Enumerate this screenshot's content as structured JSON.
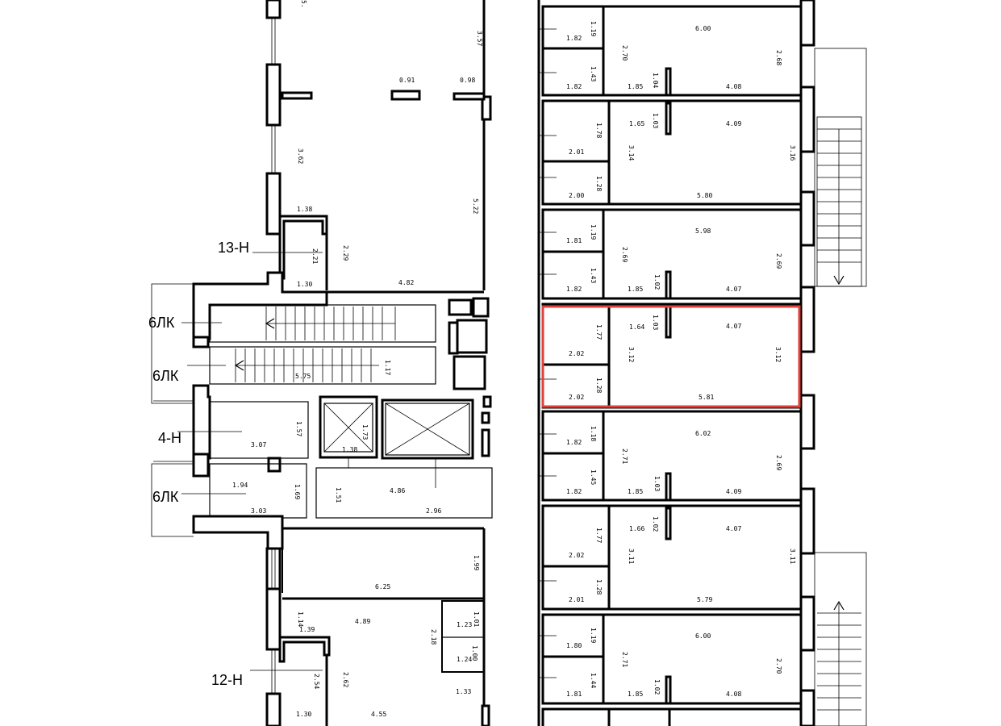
{
  "labels": {
    "l13n": "13-Н",
    "l6lk_a": "6ЛК",
    "l6lk_b": "6ЛК",
    "l4n": "4-Н",
    "l6lk_c": "6ЛК",
    "l12n": "12-Н"
  },
  "dims": {
    "d091": "0.91",
    "d098": "0.98",
    "d357": "3.57",
    "d5x": "5.",
    "d362": "3.62",
    "d522": "5.22",
    "d138": "1.38",
    "d221": "2.21",
    "d229": "2.29",
    "d130a": "1.30",
    "d482": "4.82",
    "d575": "5.75",
    "d117": "1.17",
    "d157": "1.57",
    "d307": "3.07",
    "d173": "1.73",
    "d138b": "1.38",
    "d194": "1.94",
    "d169": "1.69",
    "d151": "1.51",
    "d486": "4.86",
    "d303": "3.03",
    "d296": "2.96",
    "d199": "1.99",
    "d625": "6.25",
    "d114": "1.14",
    "d139": "1.39",
    "d489": "4.89",
    "d218": "2.18",
    "d123": "1.23",
    "d101": "1.01",
    "d100": "1.00",
    "d124": "1.24",
    "d254": "2.54",
    "d262": "2.62",
    "d133": "1.33",
    "d130b": "1.30",
    "d455": "4.55",
    "r1a": "1.82",
    "r1b": "1.19",
    "r1c": "6.00",
    "r1d": "2.70",
    "r1e": "2.68",
    "r1f": "1.43",
    "r1g": "1.04",
    "r1h": "1.82",
    "r1i": "1.85",
    "r1j": "4.08",
    "r2a": "1.65",
    "r2b": "1.03",
    "r2c": "4.09",
    "r2d": "1.78",
    "r2e": "2.01",
    "r2f": "3.14",
    "r2g": "3.16",
    "r2h": "1.28",
    "r2i": "2.00",
    "r2j": "5.80",
    "r3a": "1.81",
    "r3b": "1.19",
    "r3c": "5.98",
    "r3d": "2.69",
    "r3e": "2.69",
    "r3f": "1.43",
    "r3g": "1.02",
    "r3h": "1.82",
    "r3i": "1.85",
    "r3j": "4.07",
    "r4a": "1.64",
    "r4b": "1.03",
    "r4c": "4.07",
    "r4d": "1.77",
    "r4e": "2.02",
    "r4f": "3.12",
    "r4g": "3.12",
    "r4h": "1.28",
    "r4i": "2.02",
    "r4j": "5.81",
    "r5a": "1.82",
    "r5b": "1.18",
    "r5c": "6.02",
    "r5d": "2.71",
    "r5e": "2.69",
    "r5f": "1.45",
    "r5g": "1.03",
    "r5h": "1.82",
    "r5i": "1.85",
    "r5j": "4.09",
    "r6a": "1.66",
    "r6b": "1.02",
    "r6c": "4.07",
    "r6d": "1.77",
    "r6e": "2.02",
    "r6f": "3.11",
    "r6g": "3.11",
    "r6h": "1.28",
    "r6i": "2.01",
    "r6j": "5.79",
    "r7a": "1.80",
    "r7b": "1.19",
    "r7c": "6.00",
    "r7d": "2.71",
    "r7e": "2.70",
    "r7f": "1.44",
    "r7g": "1.02",
    "r7h": "1.81",
    "r7i": "1.85",
    "r7j": "4.08"
  },
  "colors": {
    "highlight": "#e0413a"
  }
}
